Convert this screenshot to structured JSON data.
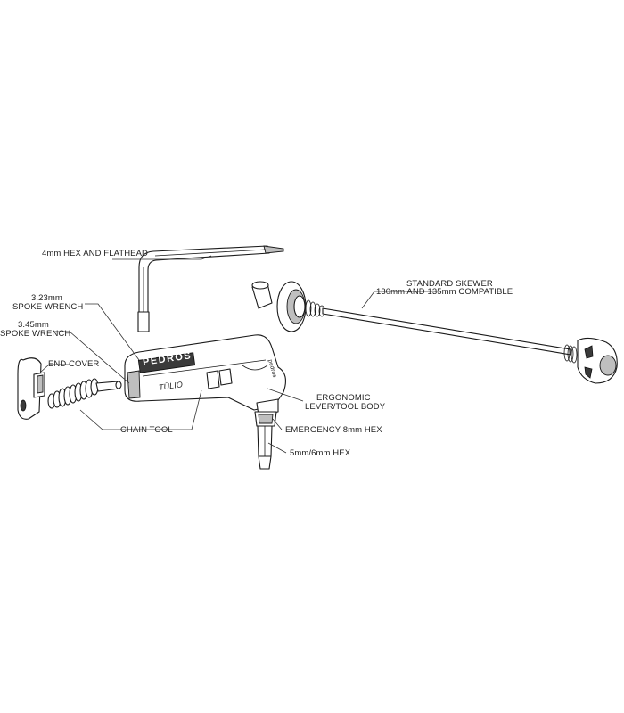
{
  "labels": {
    "hex_flathead": "4mm HEX AND FLATHEAD",
    "spoke_323_l1": "3.23mm",
    "spoke_323_l2": "SPOKE WRENCH",
    "spoke_345_l1": "3.45mm",
    "spoke_345_l2": "SPOKE WRENCH",
    "end_cover": "END COVER",
    "chain_tool": "CHAIN TOOL",
    "skewer_l1": "STANDARD SKEWER",
    "skewer_l2": "130mm AND 135mm COMPATIBLE",
    "lever_l1": "ERGONOMIC",
    "lever_l2": "LEVER/TOOL BODY",
    "emergency_hex": "EMERGENCY 8mm HEX",
    "hex_5_6": "5mm/6mm HEX"
  },
  "body_marks": {
    "brand": "PEDROS",
    "model": "TÜLIO",
    "side_text": "pedros"
  },
  "icons": [
    "hex-key",
    "skewer",
    "lever-body",
    "end-cover",
    "spring",
    "chain-pin",
    "hex-bit"
  ],
  "colors": {
    "line": "#1a1a1a",
    "shade": "#bfbfbf",
    "background": "#ffffff"
  }
}
